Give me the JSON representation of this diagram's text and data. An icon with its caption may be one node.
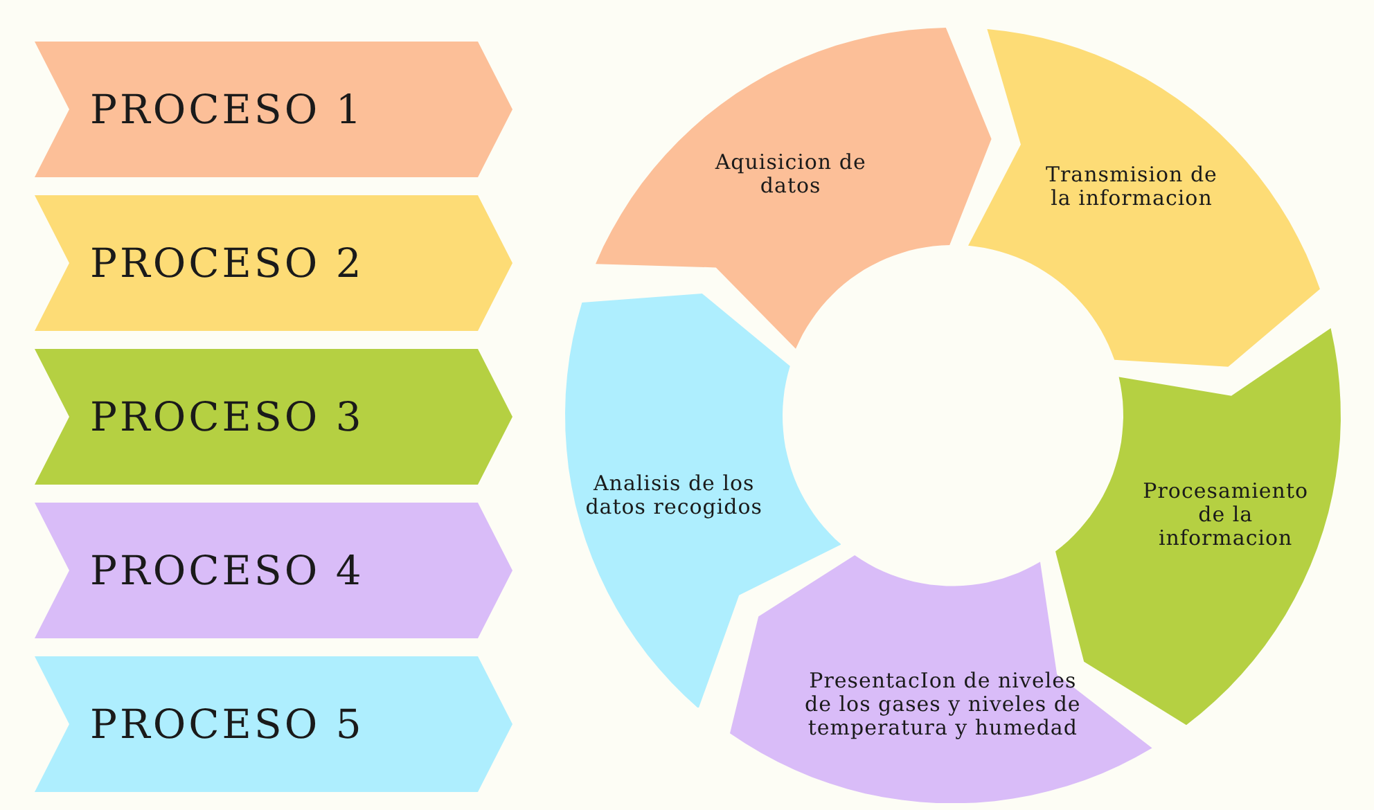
{
  "diagram": {
    "nodes": [
      {
        "text": [
          "PROCESO 1"
        ]
      },
      {
        "text": [
          "PROCESO 2"
        ]
      },
      {
        "text": [
          "PROCESO 3"
        ]
      },
      {
        "text": [
          "PROCESO 4"
        ]
      },
      {
        "text": [
          "PROCESO 5"
        ]
      },
      {
        "text": [
          "Aquisicion de datos"
        ]
      },
      {
        "text": [
          "Transmision de la informacion"
        ]
      },
      {
        "text": [
          "Procesamiento de la informacion"
        ]
      },
      {
        "text": [
          "PresentacIon de niveles de los gases y niveles de temperatura y humedad"
        ]
      },
      {
        "text": [
          "Analisis de los datos recogidos"
        ]
      }
    ]
  }
}
